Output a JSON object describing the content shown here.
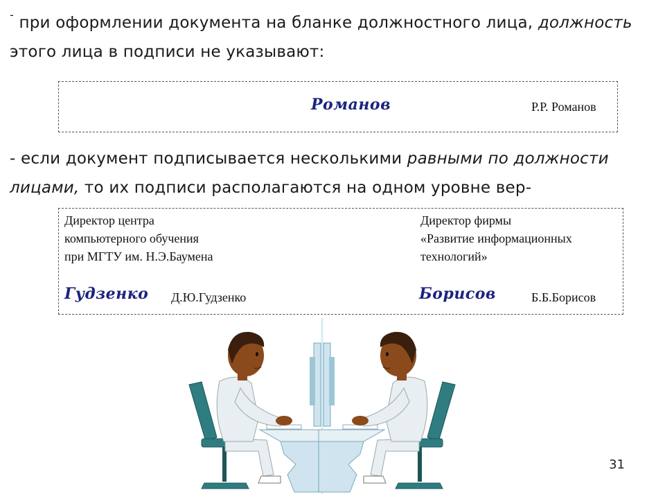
{
  "paragraphs": {
    "p1": {
      "dash": "-",
      "text_a": " при оформлении документа на бланке должностного лица, ",
      "italic_a": "должность",
      "text_b": " этого лица в подписи не указывают:"
    },
    "p2": {
      "text_a": "- если документ подписывается несколькими ",
      "italic_a": "равными по должности лицами,",
      "text_b": " то их подписи располагаются на одном уровне вер-"
    }
  },
  "example1": {
    "signature": "Романов",
    "name": "Р.Р. Романов"
  },
  "example2": {
    "left": {
      "position_lines": [
        "Директор центра",
        "компьютерного обучения",
        "при МГТУ им. Н.Э.Баумена"
      ],
      "signature": "Гудзенко",
      "name": "Д.Ю.Гудзенко"
    },
    "right": {
      "position_lines": [
        "Директор фирмы",
        "«Развитие информационных",
        "технологий»"
      ],
      "signature": "Борисов",
      "name": "Б.Б.Борисов"
    }
  },
  "page_number": "31",
  "colors": {
    "signature_ink": "#1a237e",
    "skin": "#8a4a1c",
    "shirt": "#e8eef2",
    "chair": "#2f7d80"
  }
}
